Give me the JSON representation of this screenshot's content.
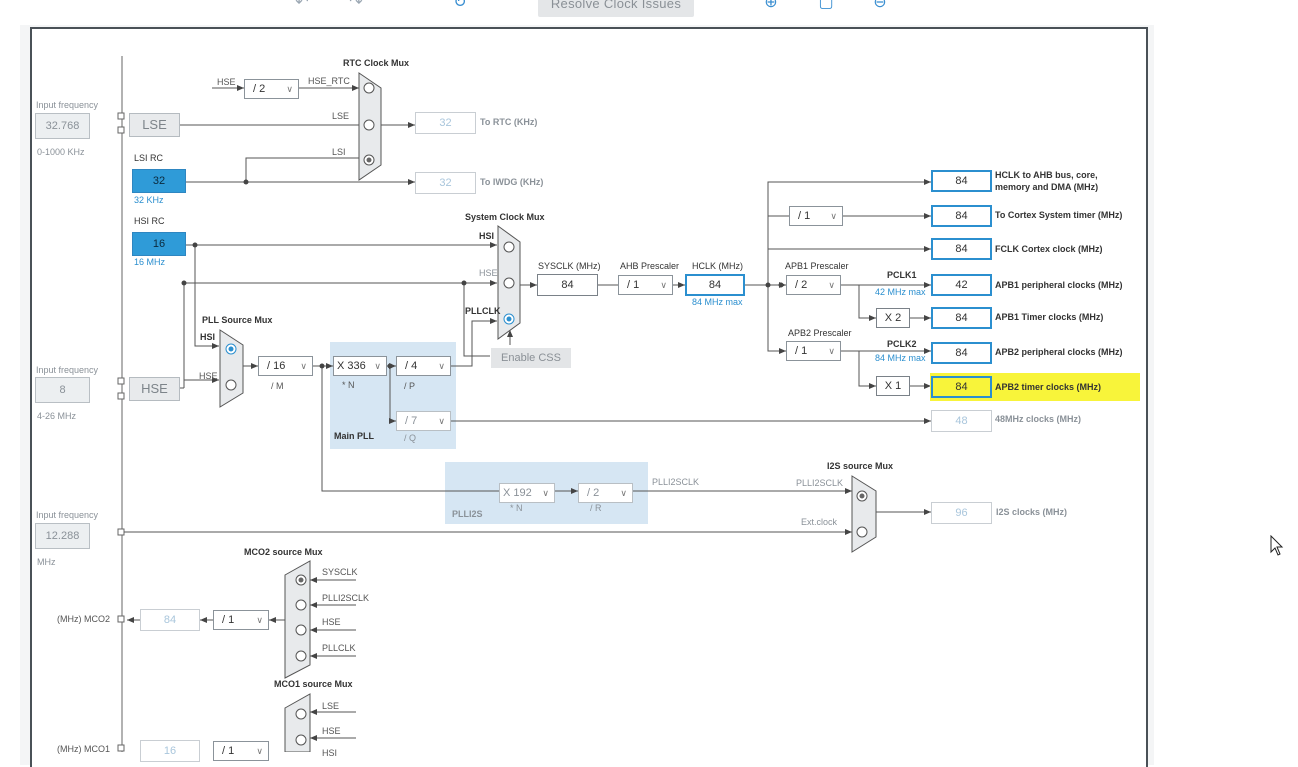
{
  "toolbar": {
    "undo_icon": "undo-icon",
    "redo_icon": "redo-icon",
    "refresh_icon": "refresh-icon",
    "resolve_label": "Resolve Clock Issues",
    "zoom_in_icon": "zoom-in-icon",
    "fit_icon": "fit-icon",
    "zoom_out_icon": "zoom-out-icon"
  },
  "inputs": {
    "lse_freq_label": "Input frequency",
    "lse_freq": "32.768",
    "lse_range": "0-1000 KHz",
    "hse_freq_label": "Input frequency",
    "hse_freq": "8",
    "hse_range": "4-26 MHz",
    "ext_freq_label": "Input frequency",
    "ext_freq": "12.288",
    "ext_unit": "MHz"
  },
  "sources": {
    "lse": "LSE",
    "lsi_title": "LSI RC",
    "lsi_value": "32",
    "lsi_unit": "32 KHz",
    "hsi_title": "HSI RC",
    "hsi_value": "16",
    "hsi_unit": "16 MHz",
    "hse": "HSE"
  },
  "rtc": {
    "title": "RTC Clock Mux",
    "hse_label": "HSE",
    "hse_div": "/ 2",
    "hse_rtc": "HSE_RTC",
    "lse_label": "LSE",
    "lsi_label": "LSI",
    "to_rtc_value": "32",
    "to_rtc_label": "To RTC (KHz)",
    "to_iwdg_value": "32",
    "to_iwdg_label": "To IWDG (KHz)"
  },
  "sysmux": {
    "title": "System Clock Mux",
    "hsi": "HSI",
    "hse": "HSE",
    "pllclk": "PLLCLK",
    "enable_css": "Enable CSS"
  },
  "pll": {
    "source_title": "PLL Source Mux",
    "hsi": "HSI",
    "hse": "HSE",
    "m_div": "/ 16",
    "m_label": "/ M",
    "n_mul": "X 336",
    "n_label": "* N",
    "p_div": "/ 4",
    "p_label": "/ P",
    "q_div": "/ 7",
    "q_label": "/ Q",
    "main_pll": "Main PLL"
  },
  "plli2s": {
    "n_mul": "X 192",
    "n_label": "* N",
    "r_div": "/ 2",
    "r_label": "/ R",
    "title": "PLLI2S",
    "clk_label": "PLLI2SCLK",
    "mux_title": "I2S source Mux",
    "mux_plli2sclk": "PLLI2SCLK",
    "mux_ext": "Ext.clock",
    "i2s_value": "96",
    "i2s_label": "I2S clocks (MHz)"
  },
  "bus": {
    "sysclk_label": "SYSCLK (MHz)",
    "sysclk_value": "84",
    "ahb_label": "AHB Prescaler",
    "ahb_div": "/ 1",
    "hclk_label": "HCLK (MHz)",
    "hclk_value": "84",
    "hclk_max": "84 MHz max",
    "apb1_label": "APB1 Prescaler",
    "apb1_div": "/ 2",
    "pclk1": "PCLK1",
    "pclk1_max": "42 MHz max",
    "x2": "X 2",
    "apb2_label": "APB2 Prescaler",
    "apb2_div": "/ 1",
    "pclk2": "PCLK2",
    "pclk2_max": "84 MHz max",
    "x1": "X 1",
    "cortex_div": "/ 1"
  },
  "outputs": [
    {
      "value": "84",
      "label": "HCLK to AHB bus, core,",
      "label2": "memory and DMA (MHz)"
    },
    {
      "value": "84",
      "label": "To Cortex System timer (MHz)",
      "label2": ""
    },
    {
      "value": "84",
      "label": "FCLK Cortex clock (MHz)",
      "label2": ""
    },
    {
      "value": "42",
      "label": "APB1 peripheral clocks (MHz)",
      "label2": ""
    },
    {
      "value": "84",
      "label": "APB1 Timer clocks (MHz)",
      "label2": ""
    },
    {
      "value": "84",
      "label": "APB2 peripheral clocks (MHz)",
      "label2": ""
    },
    {
      "value": "84",
      "label": "APB2 timer clocks (MHz)",
      "label2": ""
    },
    {
      "value": "48",
      "label": "48MHz clocks (MHz)",
      "label2": ""
    }
  ],
  "mco2": {
    "title": "MCO2 source Mux",
    "sysclk": "SYSCLK",
    "plli2sclk": "PLLI2SCLK",
    "hse": "HSE",
    "pllclk": "PLLCLK",
    "label": "(MHz) MCO2",
    "value": "84",
    "div": "/ 1"
  },
  "mco1": {
    "title": "MCO1 source Mux",
    "lse": "LSE",
    "hse": "HSE",
    "hsi": "HSI",
    "label": "(MHz) MCO1",
    "value": "16",
    "div": "/ 1"
  },
  "colors": {
    "accent_blue": "#2f9bd8",
    "highlight_yellow": "#f8f43a",
    "pll_region": "#d6e6f3"
  }
}
